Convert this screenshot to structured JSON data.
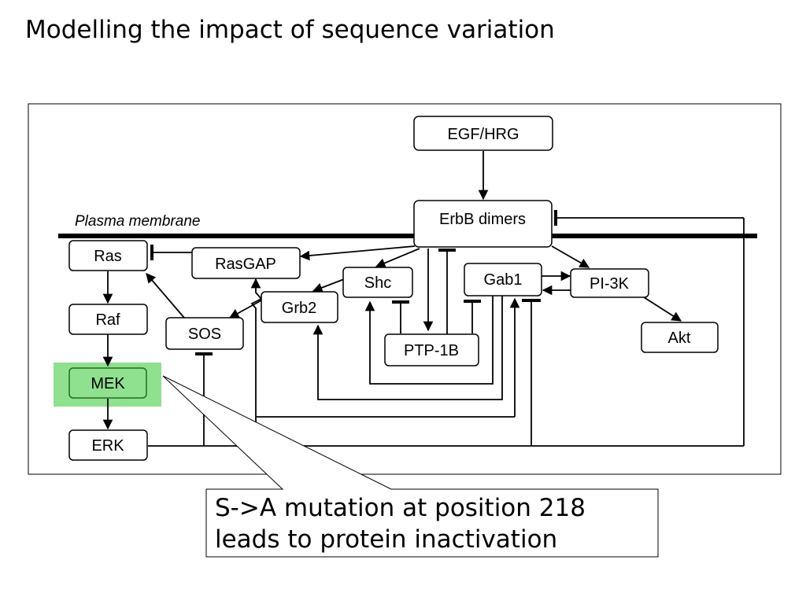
{
  "slide": {
    "title": "Modelling the impact of sequence variation"
  },
  "diagram": {
    "membrane_label": "Plasma membrane",
    "nodes": {
      "egf": "EGF/HRG",
      "erbb": "ErbB dimers",
      "ras": "Ras",
      "rasgap": "RasGAP",
      "shc": "Shc",
      "gab1": "Gab1",
      "pi3k": "PI-3K",
      "grb2": "Grb2",
      "raf": "Raf",
      "sos": "SOS",
      "ptp1b": "PTP-1B",
      "akt": "Akt",
      "mek": "MEK",
      "erk": "ERK"
    },
    "highlight_color": "#8fe08f"
  },
  "callout": {
    "line1": "S->A mutation at position 218",
    "line2": "leads to protein inactivation"
  }
}
